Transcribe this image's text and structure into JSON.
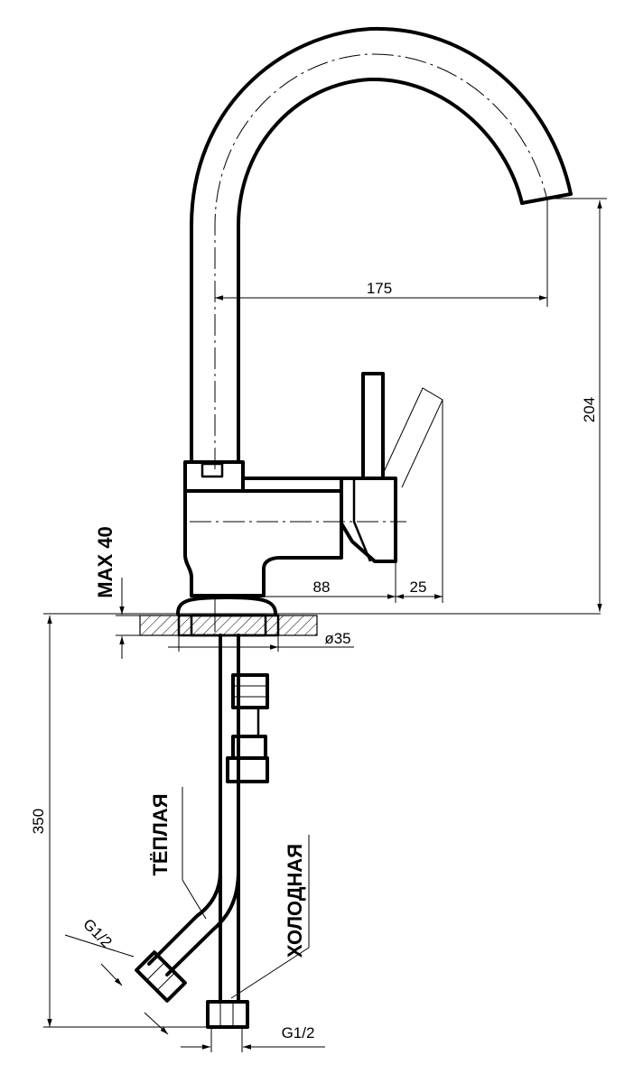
{
  "dimensions": {
    "reach": "175",
    "height": "204",
    "handle_offset": "88",
    "handle_gap": "25",
    "max_thickness": "MAX 40",
    "hole_diameter": "ø35",
    "hose_length": "350",
    "thread_warm": "G1/2",
    "thread_cold": "G1/2"
  },
  "labels": {
    "warm": "ТЁПЛАЯ",
    "cold": "ХОЛОДНАЯ"
  }
}
